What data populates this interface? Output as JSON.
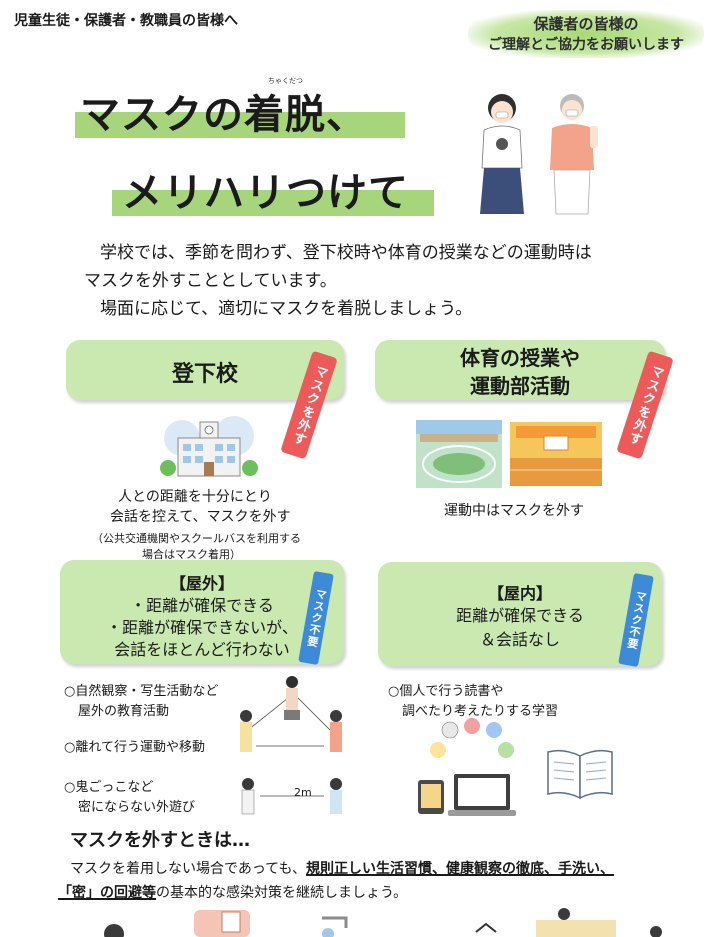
{
  "header": {
    "audience": "児童生徒・保護者・教職員の皆様へ",
    "request_line1": "保護者の皆様の",
    "request_line2": "ご理解とご協力をお願いします"
  },
  "title": {
    "line1": "マスクの着脱、",
    "line2": "メリハリつけて",
    "ruby_chakudatsu": "ちゃくだつ"
  },
  "intro": {
    "line1": "学校では、季節を問わず、登下校時や体育の授業などの運動時は",
    "line2": "マスクを外すこととしています。",
    "line3": "場面に応じて、適切にマスクを着脱しましょう。"
  },
  "sections": {
    "commute": {
      "label": "登下校",
      "tag": "マスクを外す",
      "line1": "人との距離を十分にとり",
      "line2": "会話を控えて、マスクを外す",
      "line3": "（公共交通機関やスクールバスを利用する",
      "line4": "場合はマスク着用）"
    },
    "pe": {
      "label_line1": "体育の授業や",
      "label_line2": "運動部活動",
      "tag": "マスクを外す",
      "line1": "運動中はマスクを外す"
    },
    "outdoor": {
      "label_line1": "【屋外】",
      "label_line2": "・距離が確保できる",
      "label_line3": "・距離が確保できないが、",
      "label_line4": "会話をほとんど行わない",
      "tag": "マスク不要",
      "item1_line1": "○自然観察・写生活動など",
      "item1_line2": "屋外の教育活動",
      "item2": "○離れて行う運動や移動",
      "item3_line1": "○鬼ごっこなど",
      "item3_line2": "密にならない外遊び",
      "distance_label": "2m"
    },
    "indoor": {
      "label_line1": "【屋内】",
      "label_line2": "距離が確保できる",
      "label_line3": "＆会話なし",
      "tag": "マスク不要",
      "item1_line1": "○個人で行う読書や",
      "item1_line2": "調べたり考えたりする学習"
    }
  },
  "footer": {
    "heading": "マスクを外すときは…",
    "line1_plain": "マスクを着用しない場合であっても、",
    "line1_bold": "規則正しい生活習慣、健康観察の徹底、手洗い、",
    "line2_bold": "「密」の回避等",
    "line2_plain": "の基本的な感染対策を継続しましょう。"
  },
  "colors": {
    "accent_green": "#a7d57c",
    "box_green": "#c9e9b0",
    "tag_red": "#ec5a5a",
    "tag_blue": "#3c8ad8"
  }
}
